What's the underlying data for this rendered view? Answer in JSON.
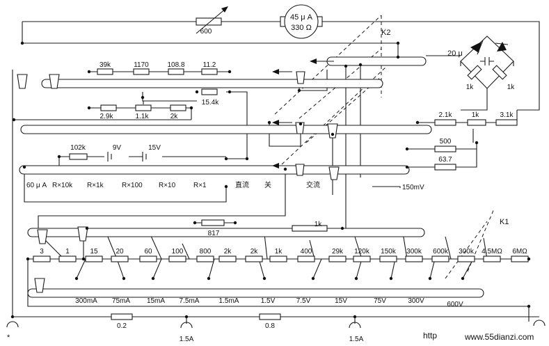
{
  "meter": {
    "current": "45 μ A",
    "resistance": "330 Ω"
  },
  "rheostat": "600",
  "switch_k2": "K2",
  "switch_k1": "K1",
  "bridge": {
    "cap": "20 μ",
    "r_left": "1k",
    "r_right": "1k"
  },
  "chain_top": [
    "39k",
    "1170",
    "108.8",
    "11.2"
  ],
  "r_15_4k": "15.4k",
  "chain_mid": [
    "2.9k",
    "1.1k",
    "2k"
  ],
  "right_group": [
    "2.1k",
    "1k",
    "3.1k",
    "500",
    "63.7"
  ],
  "battery_row": {
    "r": "102k",
    "b1": "9V",
    "b2": "15V"
  },
  "mode_labels": [
    "60 μ A",
    "R×10k",
    "R×1k",
    "R×100",
    "R×10",
    "R×1",
    "直流",
    "关",
    "交流",
    "150mV"
  ],
  "r_817": "817",
  "r_1k_small": "1k",
  "ladder": [
    "3",
    "1",
    "15",
    "20",
    "60",
    "100",
    "800",
    "2k",
    "2k",
    "1k",
    "400",
    "29k",
    "120k",
    "150k",
    "300k",
    "600k",
    "300k",
    "4.5MΩ",
    "6MΩ"
  ],
  "ranges": [
    "300mA",
    "75mA",
    "15mA",
    "7.5mA",
    "1.5mA",
    "1.5V",
    "7.5V",
    "15V",
    "75V",
    "300V",
    "600V"
  ],
  "bottom": {
    "r1": "0.2",
    "r2": "0.8",
    "t_star": "*",
    "t_mid": "1.5A",
    "t_right": "1.5A"
  },
  "watermark": {
    "left": "http",
    "right": "www.55dianzi.com"
  }
}
